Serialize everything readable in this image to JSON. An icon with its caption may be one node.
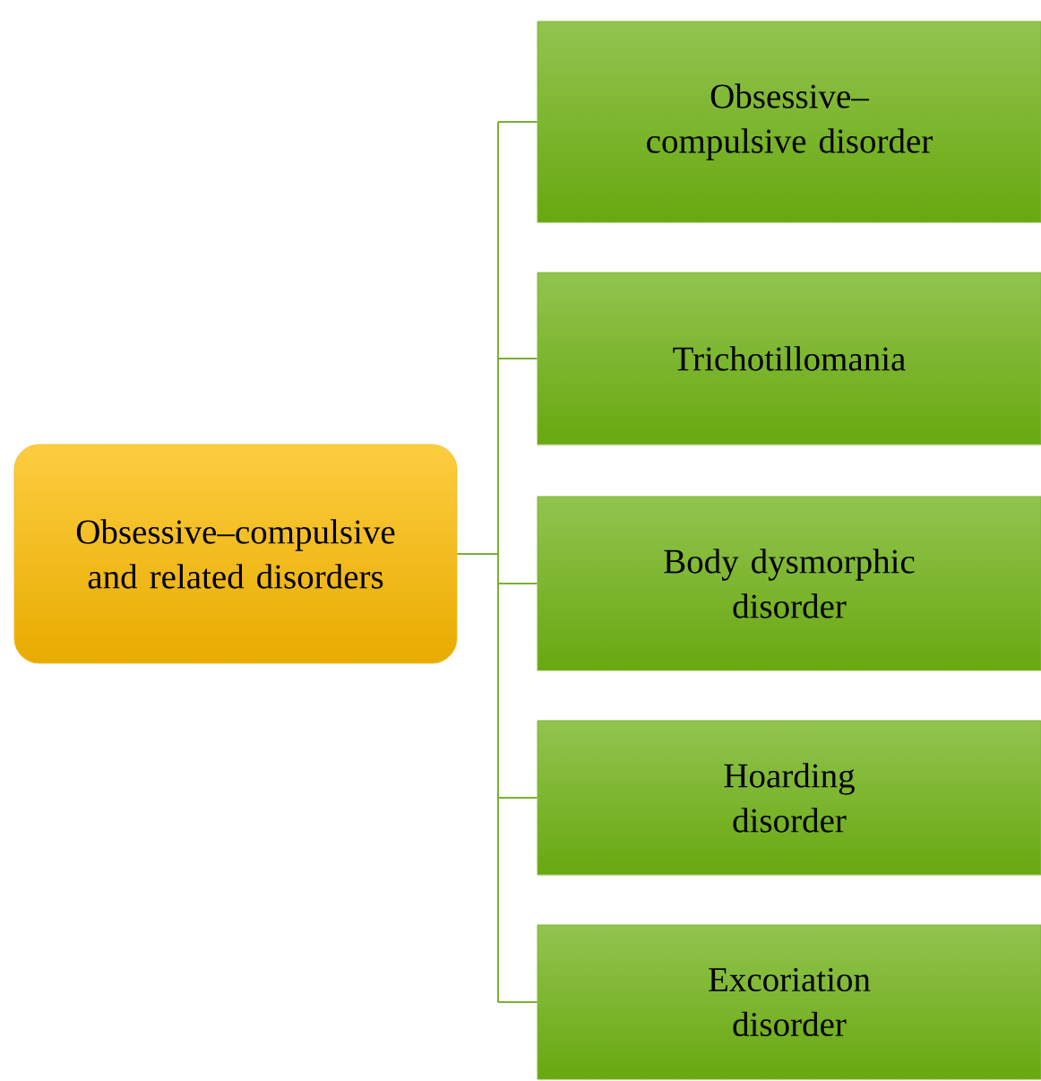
{
  "diagram": {
    "nodes": [
      {
        "text": [
          "Obsessive–compulsive and related disorders"
        ]
      },
      {
        "text": [
          "Obsessive–compulsive disorder"
        ]
      },
      {
        "text": [
          "Trichotillomania"
        ]
      },
      {
        "text": [
          "Body dysmorphic disorder"
        ]
      },
      {
        "text": [
          "Hoarding disorder"
        ]
      },
      {
        "text": [
          "Excoriation disorder"
        ]
      }
    ],
    "edges": [
      {
        "from": 0,
        "to": 1,
        "arrow": "none"
      },
      {
        "from": 0,
        "to": 2,
        "arrow": "none"
      },
      {
        "from": 0,
        "to": 3,
        "arrow": "none"
      },
      {
        "from": 0,
        "to": 4,
        "arrow": "none"
      },
      {
        "from": 0,
        "to": 5,
        "arrow": "none"
      }
    ]
  }
}
